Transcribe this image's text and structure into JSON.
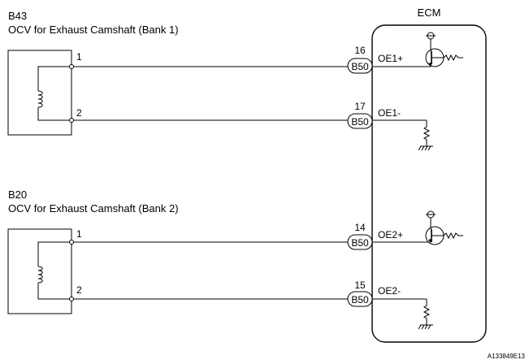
{
  "ecm": {
    "title": "ECM"
  },
  "components": [
    {
      "code": "B43",
      "name": "OCV for Exhaust Camshaft (Bank 1)",
      "pins": [
        "1",
        "2"
      ]
    },
    {
      "code": "B20",
      "name": "OCV for Exhaust Camshaft (Bank 2)",
      "pins": [
        "1",
        "2"
      ]
    }
  ],
  "connections": [
    {
      "pin": "16",
      "connector": "B50",
      "terminal": "OE1+"
    },
    {
      "pin": "17",
      "connector": "B50",
      "terminal": "OE1-"
    },
    {
      "pin": "14",
      "connector": "B50",
      "terminal": "OE2+"
    },
    {
      "pin": "15",
      "connector": "B50",
      "terminal": "OE2-"
    }
  ],
  "figure_id": "A133849E13",
  "icons": {
    "coil": "inductor-coil-icon",
    "transistor": "transistor-icon",
    "resistor": "resistor-icon",
    "ground": "ground-icon"
  }
}
